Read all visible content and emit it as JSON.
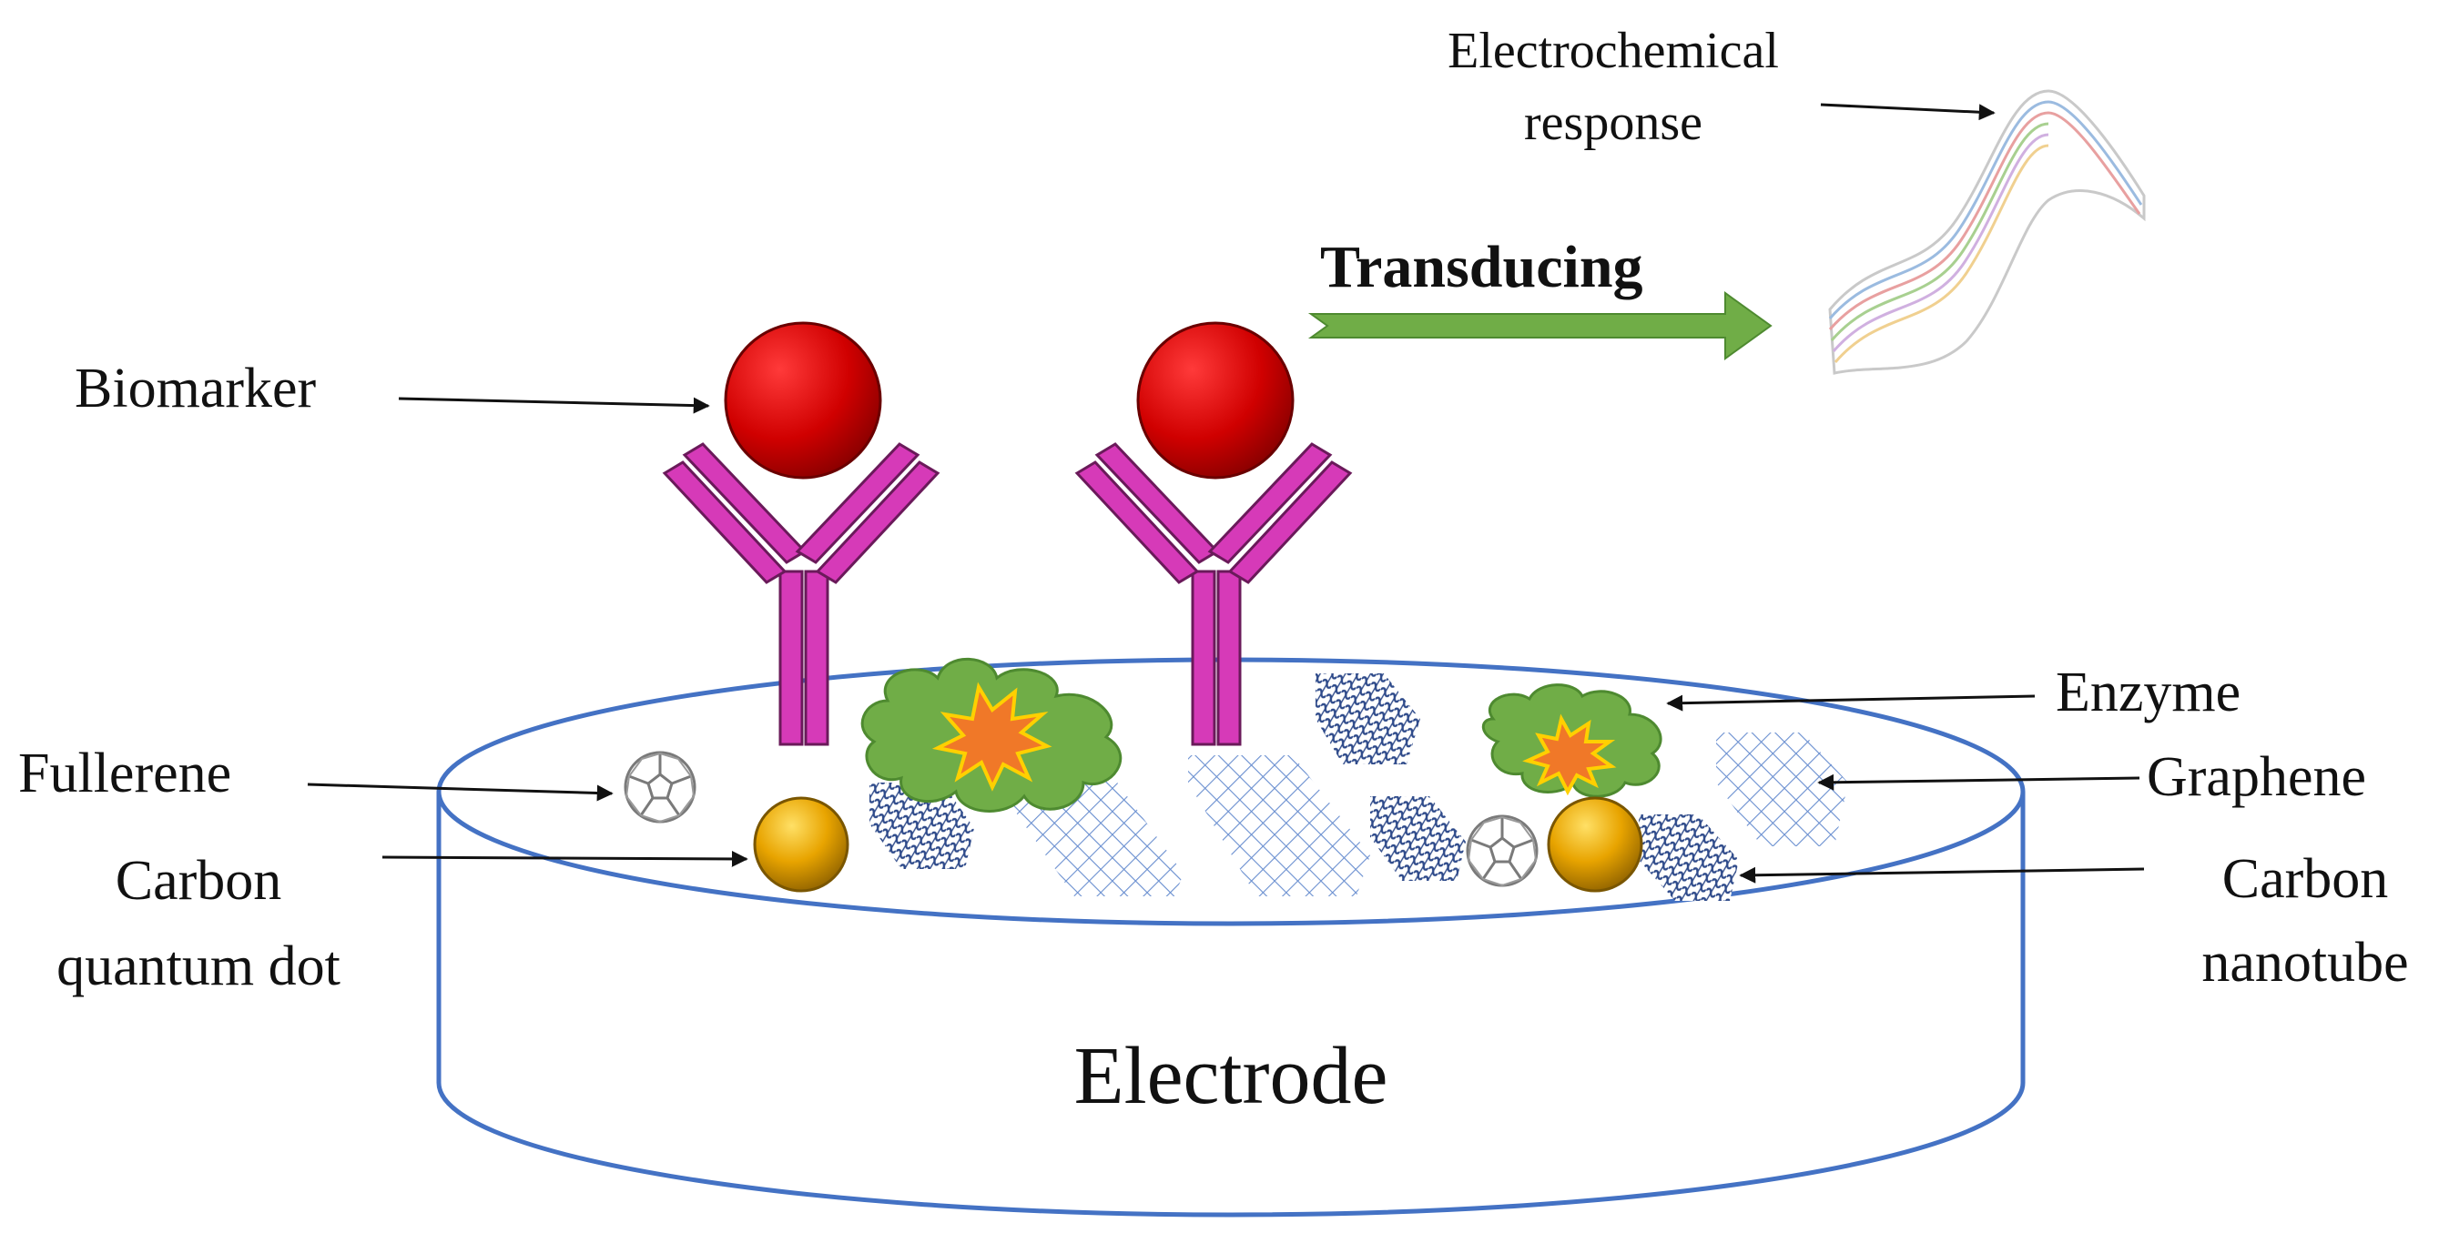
{
  "labels": {
    "biomarker": "Biomarker",
    "fullerene": "Fullerene",
    "carbon_qd_line1": "Carbon",
    "carbon_qd_line2": "quantum dot",
    "electrode": "Electrode",
    "transducing": "Transducing",
    "electrochemical_line1": "Electrochemical",
    "electrochemical_line2": "response",
    "enzyme": "Enzyme",
    "graphene": "Graphene",
    "carbon_nt_line1": "Carbon",
    "carbon_nt_line2": "nanotube"
  },
  "colors": {
    "electrode_outline": "#4472c4",
    "biomarker": "#cc0000",
    "antibody": "#d63ab8",
    "enzyme": "#70ad47",
    "enzyme_burst": "#f07828",
    "quantum_dot": "#e0a000",
    "transducing_arrow": "#70ad47",
    "nanotube": "#2e4a8a",
    "graphene": "#6a8fd0"
  }
}
